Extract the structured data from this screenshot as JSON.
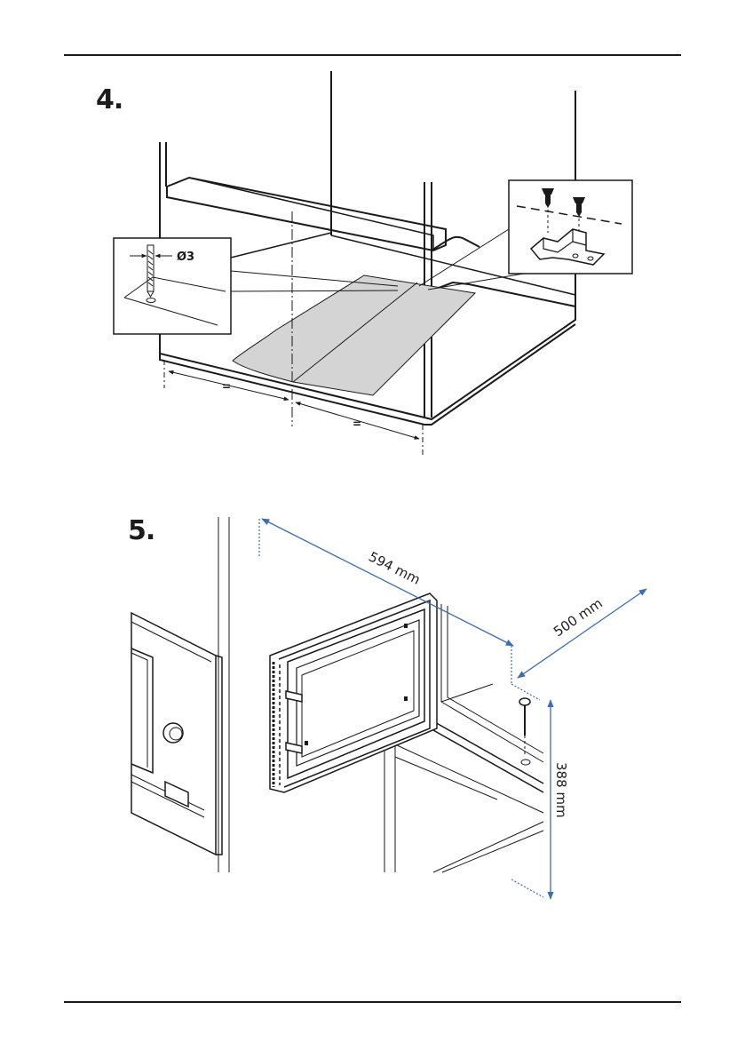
{
  "steps": {
    "step4": {
      "number": "4."
    },
    "step5": {
      "number": "5."
    }
  },
  "labels": {
    "drill_diameter": "Ø3",
    "equal_left": "=",
    "equal_right": "="
  },
  "dimensions": {
    "width": "594 mm",
    "depth": "500 mm",
    "height": "388 mm"
  },
  "colors": {
    "line": "#1a1a1a",
    "template_sheet": "#d4d4d4",
    "dimension_blue": "#3b6db3"
  }
}
